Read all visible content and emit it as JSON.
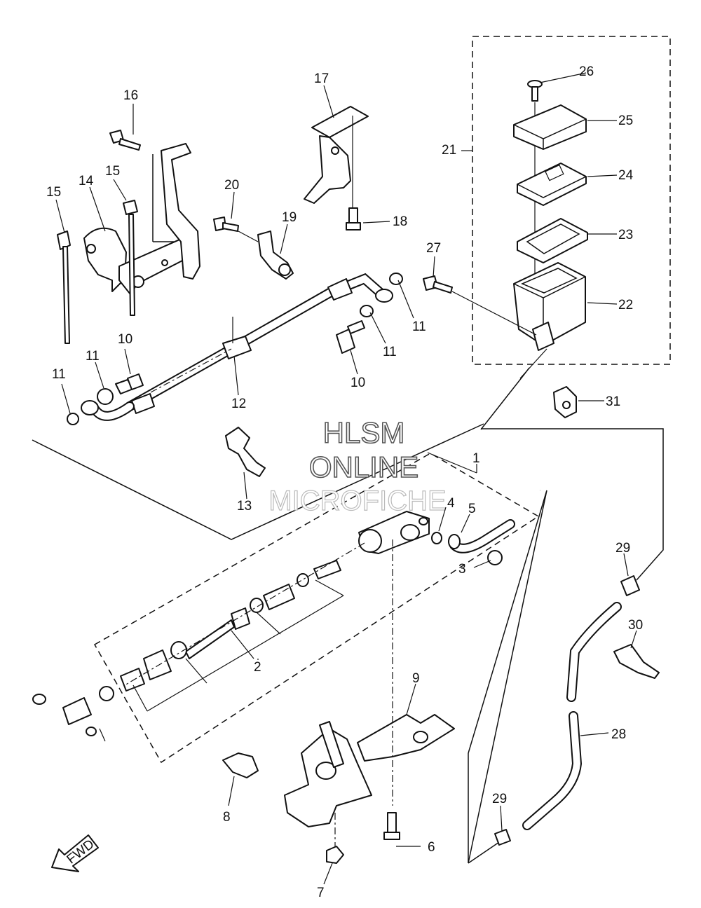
{
  "callouts": [
    "1",
    "2",
    "3",
    "4",
    "5",
    "6",
    "7",
    "8",
    "9",
    "10",
    "10",
    "11",
    "11",
    "11",
    "11",
    "12",
    "13",
    "14",
    "15",
    "15",
    "16",
    "17",
    "18",
    "19",
    "20",
    "21",
    "22",
    "23",
    "24",
    "25",
    "26",
    "27",
    "28",
    "29",
    "29",
    "30",
    "31"
  ],
  "watermark": {
    "line1": "HLSM",
    "line2": "ONLINE",
    "line3": "MICROFICHE"
  },
  "fwd_label": "FWD"
}
